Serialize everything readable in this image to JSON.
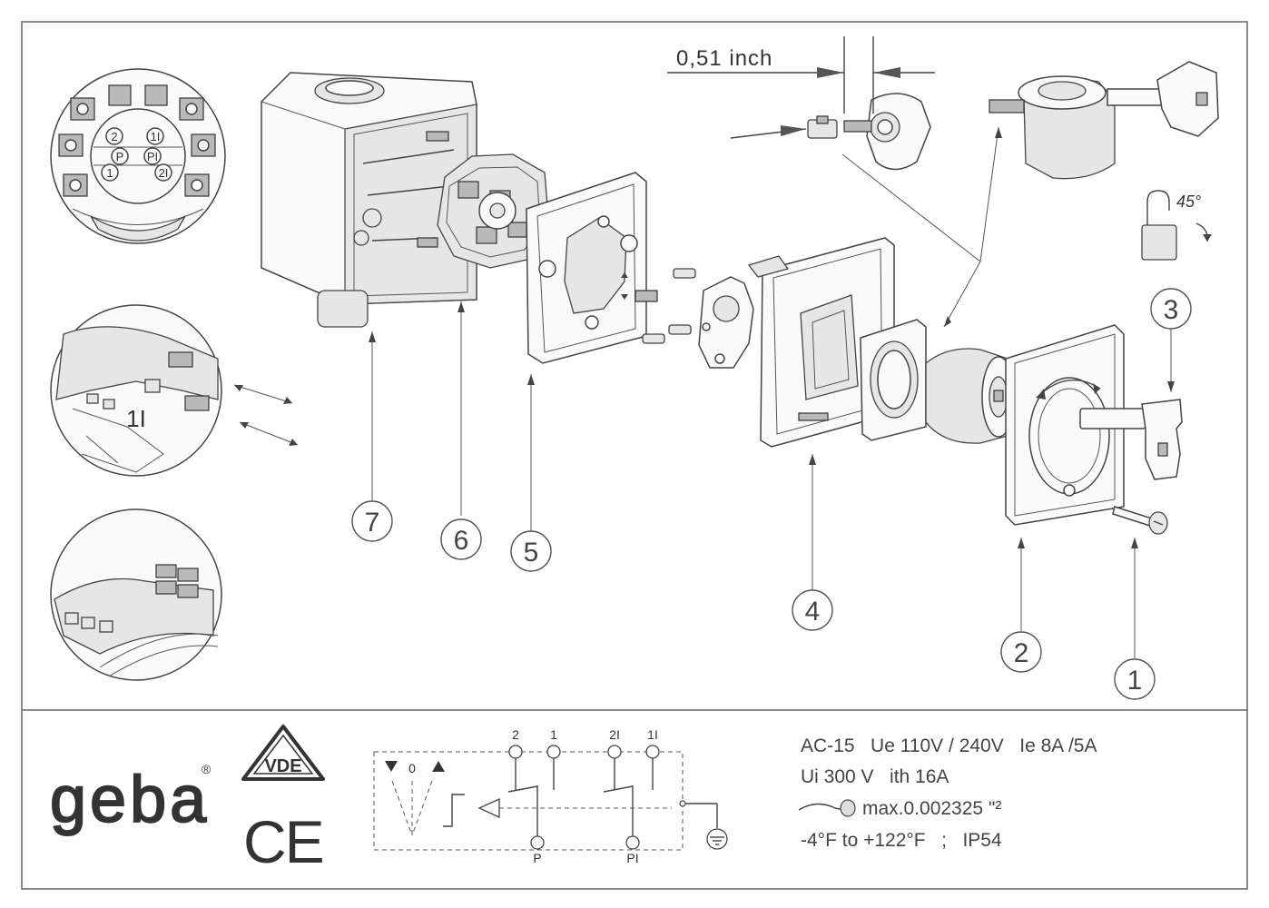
{
  "dimension": {
    "label": "0,51 inch"
  },
  "callouts": [
    "1",
    "2",
    "3",
    "4",
    "5",
    "6",
    "7"
  ],
  "detail_labels": {
    "p2": "2",
    "p1i": "1I",
    "pP": "P",
    "pPI": "PI",
    "p1": "1",
    "p2i": "2I",
    "ring": "1I"
  },
  "lock_angle": "45°",
  "footer": {
    "brand": "geba",
    "brand_mark": "®",
    "vde": "VDE",
    "ce": "CE",
    "schematic": {
      "top_labels": [
        "2",
        "1",
        "2I",
        "1I"
      ],
      "bottom_labels": [
        "P",
        "PI"
      ],
      "mode_zero": "0"
    },
    "specs": {
      "line1": "AC-15   Ue 110V / 240V   Ie 8A /5A",
      "line2": "Ui 300 V   ith 16A",
      "line3": "max.0.002325 \"²",
      "line4": "-4°F to +122°F   ;   IP54"
    }
  }
}
